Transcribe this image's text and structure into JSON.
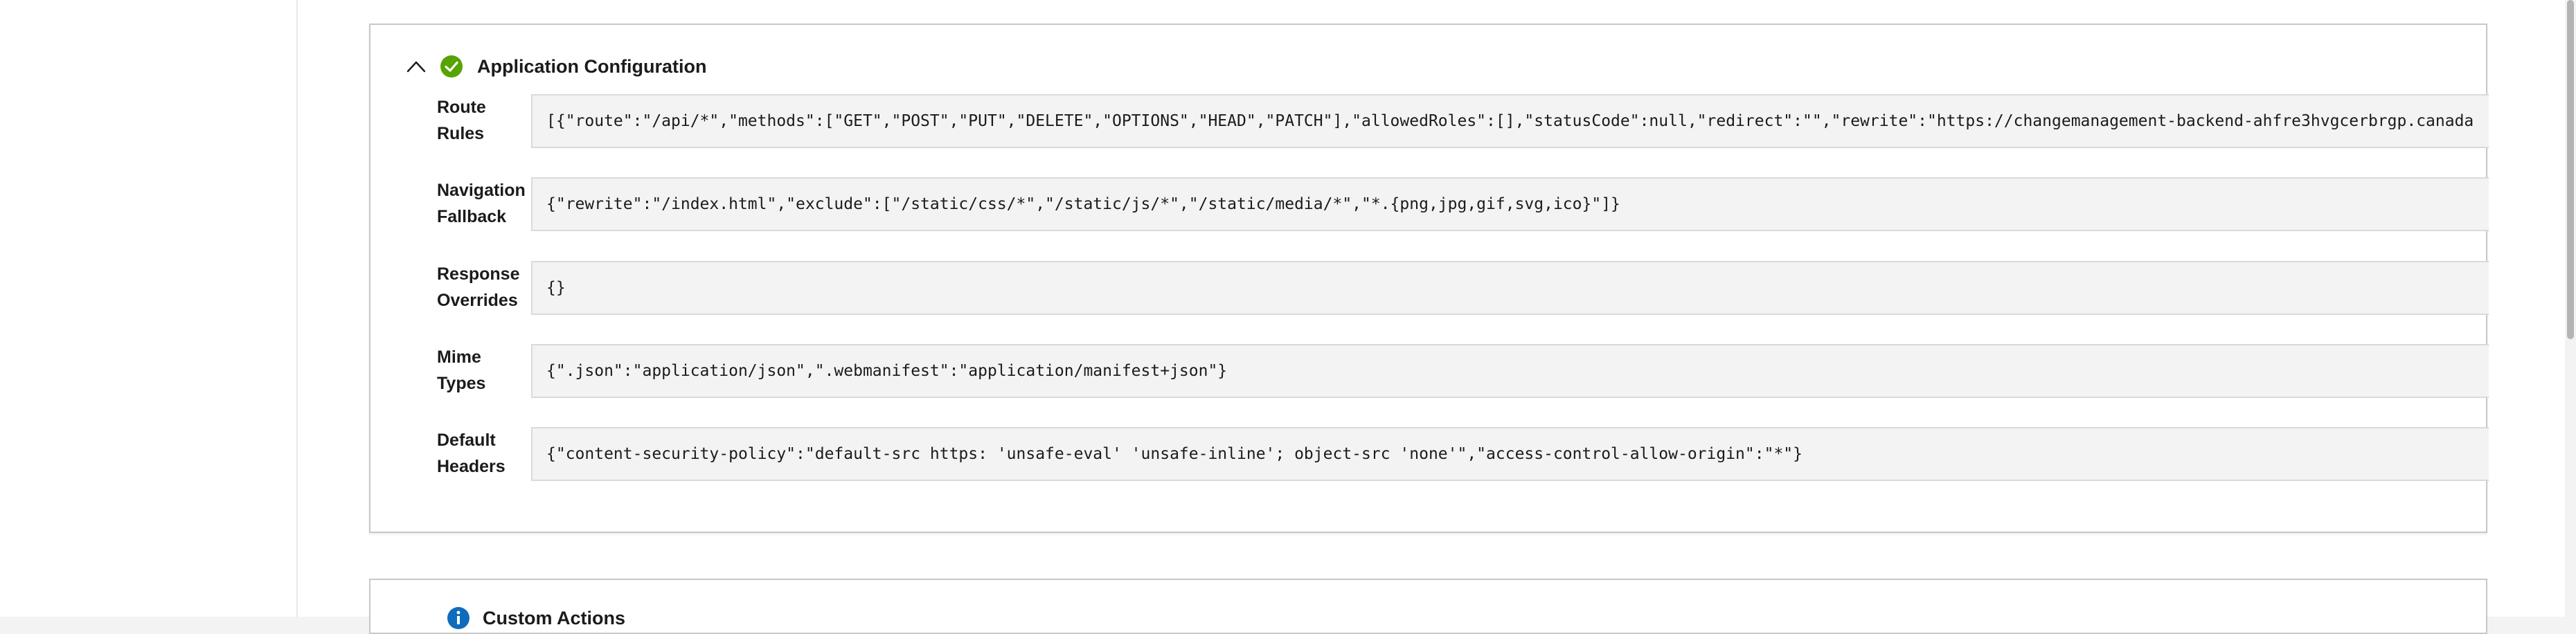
{
  "section": {
    "title": "Application Configuration",
    "status": "success",
    "rows": [
      {
        "label": "Route Rules",
        "value": "[{\"route\":\"/api/*\",\"methods\":[\"GET\",\"POST\",\"PUT\",\"DELETE\",\"OPTIONS\",\"HEAD\",\"PATCH\"],\"allowedRoles\":[],\"statusCode\":null,\"redirect\":\"\",\"rewrite\":\"https://changemanagement-backend-ahfre3hvgcerbrgp.canada"
      },
      {
        "label": "Navigation Fallback",
        "value": "{\"rewrite\":\"/index.html\",\"exclude\":[\"/static/css/*\",\"/static/js/*\",\"/static/media/*\",\"*.{png,jpg,gif,svg,ico}\"]}"
      },
      {
        "label": "Response Overrides",
        "value": "{}"
      },
      {
        "label": "Mime Types",
        "value": "{\".json\":\"application/json\",\".webmanifest\":\"application/manifest+json\"}"
      },
      {
        "label": "Default Headers",
        "value": "{\"content-security-policy\":\"default-src https: 'unsafe-eval' 'unsafe-inline'; object-src 'none'\",\"access-control-allow-origin\":\"*\"}"
      }
    ]
  },
  "next_section": {
    "title": "Custom Actions",
    "status": "info"
  },
  "colors": {
    "success": "#57a300",
    "info": "#0f6cbd",
    "border": "#c8c8c8",
    "field_bg": "#f3f3f3"
  },
  "icons": {
    "collapse": "chevron-up-icon",
    "success": "check-circle-icon",
    "info": "info-circle-icon"
  }
}
